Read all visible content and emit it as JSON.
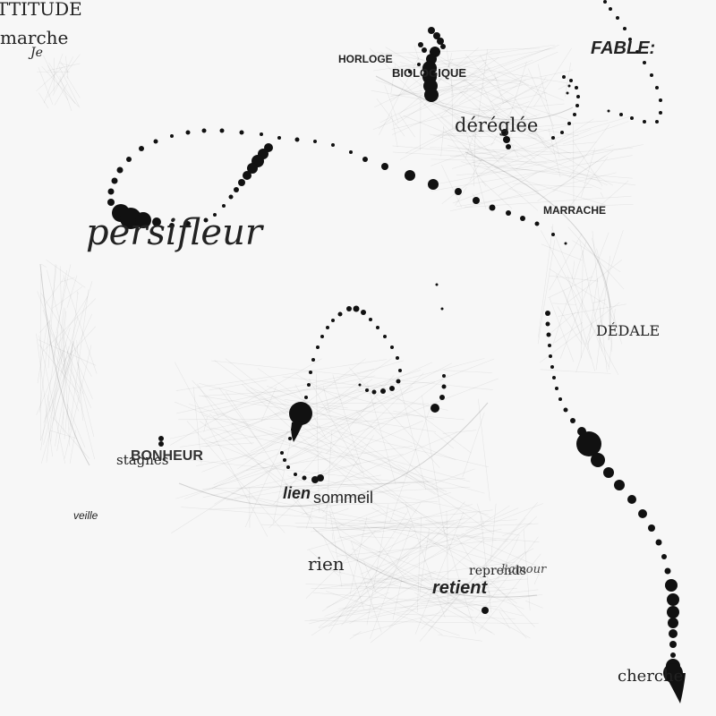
{
  "palette": {
    "background": "#f7f7f7",
    "ink": "#111111",
    "web": "#000000"
  },
  "words": {
    "attitude": "TTITUDE",
    "marche": "marche",
    "je": "Je",
    "horloge": "HORLOGE",
    "biologique": "BIOLOGIQUE",
    "fable": "FABLE:",
    "dereglee": "déréglée",
    "persifleur": "persifleur",
    "marrache": "MARRACHE",
    "dedale": "DÉDALE",
    "bonheur": "BONHEUR",
    "stagnes": "stagnes",
    "lien": "lien",
    "sommeil": "sommeil",
    "veille": "veille",
    "rien": "rien",
    "reprends": "reprends",
    "amour": "l'amour",
    "retient": "retient",
    "cherche": "cherche"
  }
}
